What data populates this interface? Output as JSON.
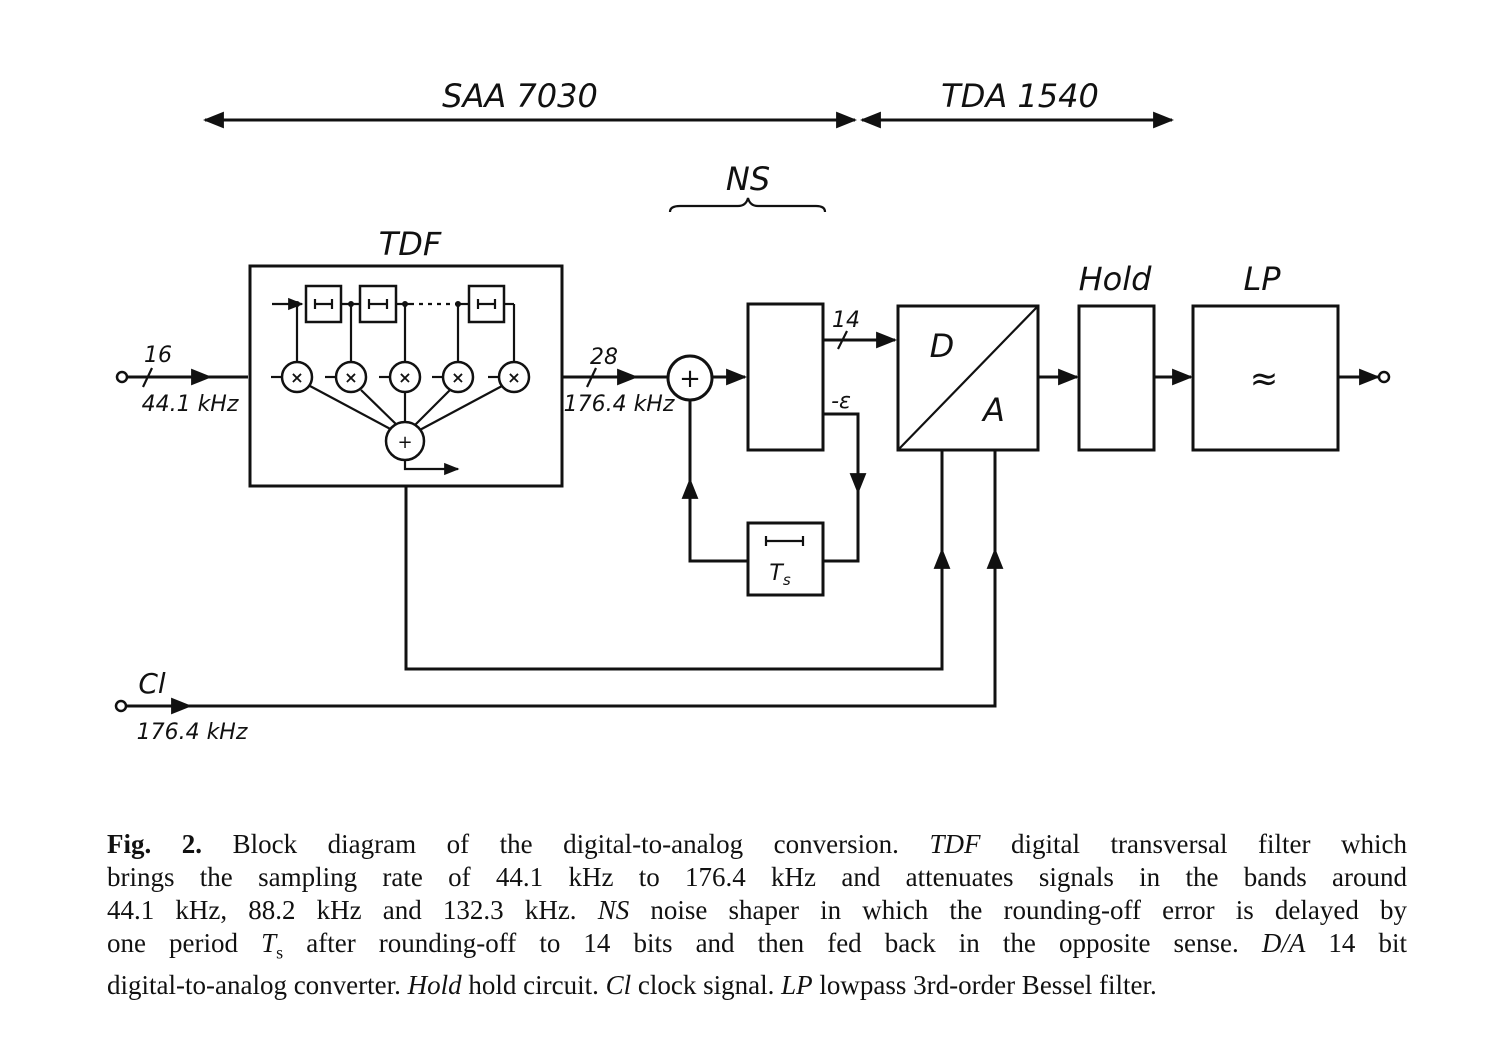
{
  "diagram": {
    "chips": {
      "left": "SAA 7030",
      "right": "TDA 1540"
    },
    "blocks": {
      "tdf": {
        "label": "TDF",
        "description": "digital transversal filter"
      },
      "ns": {
        "label": "NS",
        "description": "noise shaper"
      },
      "da": {
        "label_d": "D",
        "label_a": "A",
        "description": "14 bit digital-to-analog converter"
      },
      "hold": {
        "label": "Hold",
        "description": "hold circuit"
      },
      "lp": {
        "label": "LP",
        "symbol": "≈",
        "description": "lowpass 3rd-order Bessel filter"
      },
      "delay": {
        "label": "T",
        "label_sub": "s"
      }
    },
    "signals": {
      "input_bits": "16",
      "input_rate": "44.1 kHz",
      "tdf_out_bits": "28",
      "tdf_out_rate": "176.4 kHz",
      "ns_out_bits": "14",
      "error": "-ε",
      "clock_label": "Cl",
      "clock_rate": "176.4 kHz"
    },
    "tdf_internals": {
      "delay_cells": 3,
      "multipliers": 5,
      "multiplier_symbol": "×",
      "adder_symbol": "+"
    },
    "ns_adder_symbol": "+"
  },
  "caption": {
    "lines": [
      [
        {
          "t": "Fig. 2.",
          "s": "b"
        },
        {
          "t": " Block diagram of the digital-to-analog conversion. ",
          "s": ""
        },
        {
          "t": "TDF",
          "s": "i"
        },
        {
          "t": " digital transversal filter which",
          "s": ""
        }
      ],
      [
        {
          "t": "brings the sampling rate of 44.1 kHz to 176.4 kHz and attenuates signals in the bands around",
          "s": ""
        }
      ],
      [
        {
          "t": "44.1 kHz, 88.2 kHz and 132.3 kHz. ",
          "s": ""
        },
        {
          "t": "NS",
          "s": "i"
        },
        {
          "t": " noise shaper in which the rounding-off error is delayed by",
          "s": ""
        }
      ],
      [
        {
          "t": "one period ",
          "s": ""
        },
        {
          "t": "T",
          "s": "i"
        },
        {
          "t": "s",
          "s": "sub"
        },
        {
          "t": " after rounding-off to 14 bits and then fed back in the opposite sense. ",
          "s": ""
        },
        {
          "t": "D/A",
          "s": "i"
        },
        {
          "t": " 14 bit",
          "s": ""
        }
      ],
      [
        {
          "t": "digital-to-analog converter. ",
          "s": ""
        },
        {
          "t": "Hold",
          "s": "i"
        },
        {
          "t": " hold circuit. ",
          "s": ""
        },
        {
          "t": "Cl",
          "s": "i"
        },
        {
          "t": " clock signal. ",
          "s": ""
        },
        {
          "t": "LP",
          "s": "i"
        },
        {
          "t": " lowpass 3rd-order Bessel filter.",
          "s": ""
        }
      ]
    ]
  }
}
